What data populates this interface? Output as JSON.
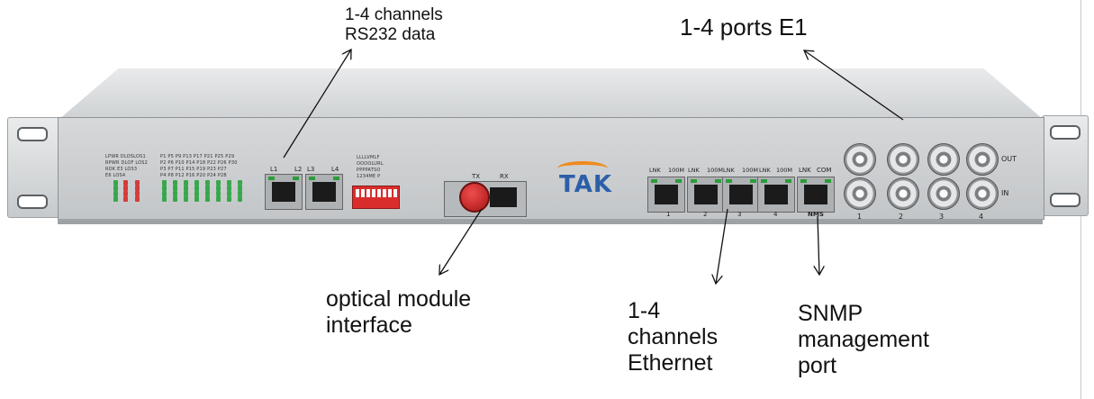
{
  "annotations": {
    "rs232": [
      "1-4 channels",
      "RS232 data"
    ],
    "e1": "1-4 ports E1",
    "optical": [
      "optical module",
      "interface"
    ],
    "ethernet": [
      "1-4",
      "channels",
      "Ethernet"
    ],
    "snmp": [
      "SNMP",
      "management",
      "port"
    ]
  },
  "device": {
    "logo": "TAK",
    "status_labels": [
      "LPWR DLOSLOS1",
      "RPWR DLOF LOS2",
      "ROK  E3   LOS3",
      "       E6   LOS4"
    ],
    "port_leds_labels": [
      "P1  P5  P9  P13 P17 P21 P25 P29",
      "P2  P6  P10 P14 P18 P22 P26 P30",
      "P3  P7  P11 P15 P19 P23 P27",
      "P4  P8  P12 P16 P20 P24 P28"
    ],
    "rs232_labels": [
      "L1",
      "L2",
      "L3",
      "L4"
    ],
    "dip_labels": [
      "LLLLVMLF",
      "OOOOLURL",
      "PPPPATSO",
      "1234ME P"
    ],
    "optical_labels": [
      "TX",
      "RX"
    ],
    "eth_header": [
      "LNK",
      "100M",
      "LNK",
      "100M",
      "LNK",
      "100M",
      "LNK",
      "100M"
    ],
    "eth_numbers": [
      "1",
      "2",
      "3",
      "4"
    ],
    "nms_header": [
      "LNK",
      "COM"
    ],
    "nms_label": "NMS",
    "e1_out": "OUT",
    "e1_in": "IN",
    "e1_numbers": [
      "1",
      "2",
      "3",
      "4"
    ]
  }
}
